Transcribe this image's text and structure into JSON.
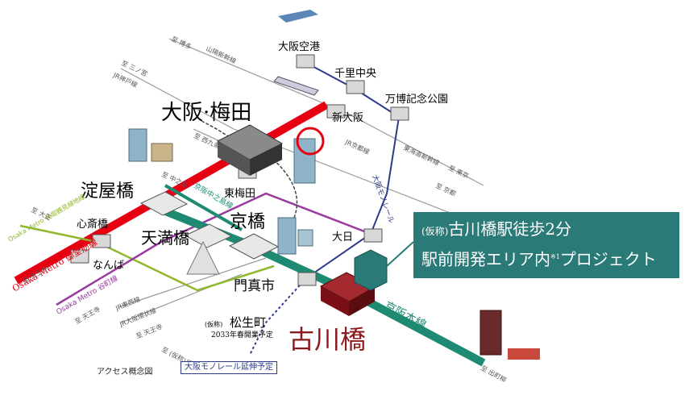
{
  "stations": {
    "osaka_airport": "大阪空港",
    "senri_chuo": "千里中央",
    "banpaku": "万博記念公園",
    "shin_osaka": "新大阪",
    "umeda": "大阪·梅田",
    "yodoyabashi": "淀屋橋",
    "higashi_umeda": "東梅田",
    "shinsaibashi": "心斎橋",
    "namba": "なんば",
    "tenmabashi": "天満橋",
    "kyobashi": "京橋",
    "dainichi": "大日",
    "kadoma": "門真市",
    "furukawabashi": "古川橋",
    "matsuo_prefix": "(仮称)",
    "matsuo": "松生町",
    "matsuo_note": "2033年春開業予定"
  },
  "lines": {
    "midosuji": "Osaka Metro 御堂筋線",
    "nagahori": "Osaka Metro 長堀鶴見緑地線",
    "tanimachi": "Osaka Metro 谷町線",
    "keihan": "京阪本線",
    "monorail": "大阪モノレール",
    "keihan_nakanoshima": "京阪中之島線",
    "jr_kyoto": "JR京都線",
    "jr_kobe": "JR神戸線",
    "tokaido_shinkansen": "東海道新幹線",
    "sanyo_shinkansen": "山陽新幹線",
    "jr_tozai": "JR東西線",
    "jr_osakahigashi": "JR大阪環状線"
  },
  "directions": {
    "hakata": "至 博多",
    "sannomiya": "至 三ノ宮",
    "nishikujo": "至 西九条",
    "nakanoshima": "至 中之島",
    "taisho": "至 大正",
    "tennoji1": "至 天王寺",
    "tennoji2": "至 天王寺",
    "tennoji3": "至 天王寺",
    "tokyo": "至 東京",
    "kyoto": "至 京都",
    "demachiyanagi": "至 出町柳",
    "kadoma_ext": "至 (仮称)瓜生堂"
  },
  "callout": {
    "prefix": "(仮称)",
    "line1": "古川橋駅徒歩2分",
    "line2a": "駅前開発エリア内",
    "note": "※1",
    "line2b": "プロジェクト"
  },
  "extension_label": "大阪モノレール延伸予定",
  "caption": "アクセス概念図",
  "colors": {
    "midosuji": "#e60012",
    "keihan": "#1f8a72",
    "monorail": "#2d3a8c",
    "tanimachi": "#9b3a9f",
    "nagahori": "#8fb82e",
    "callout_bg": "#2a7a78",
    "furukawabashi": "#8b1a1f"
  }
}
